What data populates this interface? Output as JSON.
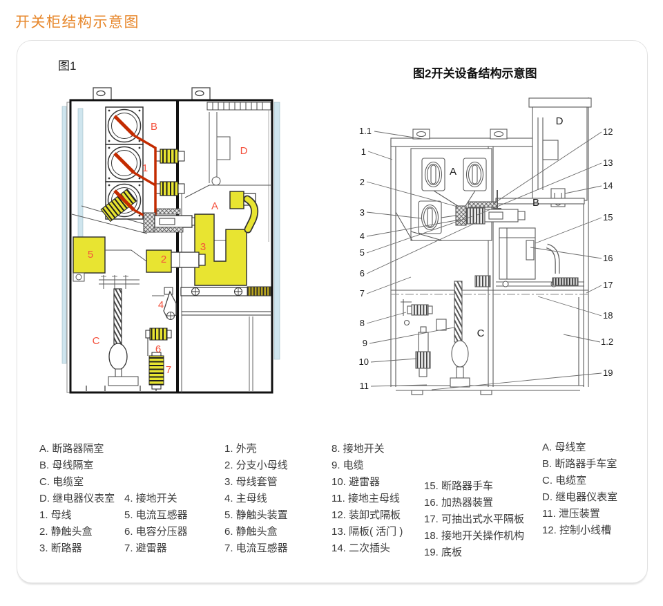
{
  "title": "开关柜结构示意图",
  "fig1": {
    "caption": "图1",
    "labels": {
      "A": "A",
      "B": "B",
      "C": "C",
      "D": "D",
      "n1": "1",
      "n2": "2",
      "n3": "3",
      "n4": "4",
      "n5": "5",
      "n6": "6",
      "n7": "7"
    }
  },
  "fig2": {
    "caption": "图2开关设备结构示意图",
    "labels": {
      "A": "A",
      "B": "B",
      "C": "C",
      "D": "D",
      "l1_1": "1.1",
      "l1": "1",
      "l2": "2",
      "l3": "3",
      "l4": "4",
      "l5": "5",
      "l6": "6",
      "l7": "7",
      "l8": "8",
      "l9": "9",
      "l10": "10",
      "l11": "11",
      "l12": "12",
      "l13": "13",
      "l14": "14",
      "l15": "15",
      "l16": "16",
      "l17": "17",
      "l18": "18",
      "l1_2": "1.2",
      "l19": "19"
    }
  },
  "legend": {
    "block1": [
      "A. 断路器隔室",
      "B. 母线隔室",
      "C. 电缆室",
      "D. 继电器仪表室",
      "1. 母线",
      "2. 静触头盒",
      "3. 断路器"
    ],
    "block2": [
      "4. 接地开关",
      "5. 电流互感器",
      "6. 电容分压器",
      "7. 避雷器"
    ],
    "block3": [
      "1. 外壳",
      "2. 分支小母线",
      "3. 母线套管",
      "4. 主母线",
      "5. 静触头装置",
      "6. 静触头盒",
      "7. 电流互感器"
    ],
    "block4": [
      "8. 接地开关",
      "9. 电缆",
      "10. 避雷器",
      "11. 接地主母线",
      "12. 装卸式隔板",
      "13. 隔板( 活门 )",
      "14. 二次插头"
    ],
    "block5": [
      "15. 断路器手车",
      "16. 加热器装置",
      "17. 可抽出式水平隔板",
      "18. 接地开关操作机构",
      "19. 底板"
    ],
    "block6": [
      "A. 母线室",
      "B. 断路器手车室",
      "C. 电缆室",
      "D. 继电器仪表室",
      "11. 泄压装置",
      "12. 控制小线槽"
    ]
  },
  "colors": {
    "title": "#E7872B",
    "fig1_label": "#F4503C",
    "busbar": "#C32B00",
    "yellow": "#E8E431",
    "yellow_dark": "#B8A41E",
    "blue": "#CFE5EE",
    "legend_text": "#3A3A3A"
  }
}
